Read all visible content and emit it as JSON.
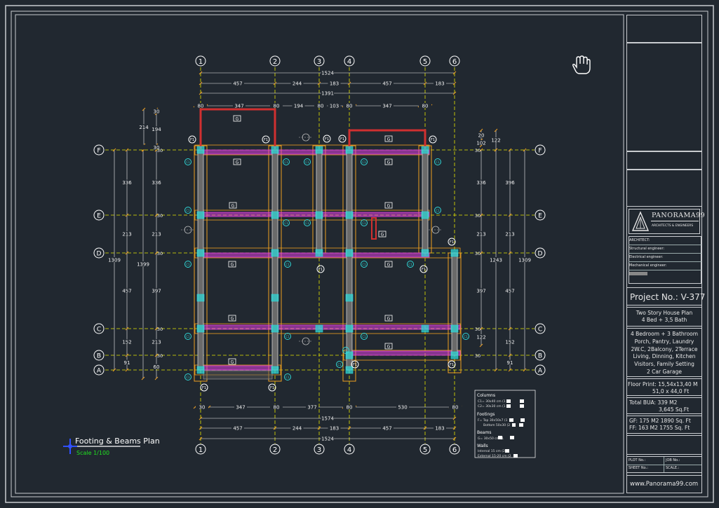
{
  "grid": {
    "columns": [
      "1",
      "2",
      "3",
      "4",
      "5",
      "6"
    ],
    "rows": [
      "F",
      "E",
      "D",
      "C",
      "B",
      "A"
    ]
  },
  "dimensions": {
    "top_total": "1524",
    "top_spans": [
      "457",
      "244",
      "183",
      "457",
      "183"
    ],
    "top_inner_total": "1391",
    "top_detail": [
      "80",
      "347",
      "80",
      "194",
      "80",
      "103",
      "80",
      "347",
      "80"
    ],
    "bottom_detail": [
      "30",
      "347",
      "80",
      "377",
      "80",
      "530",
      "80"
    ],
    "bottom_inner_total": "1574",
    "bottom_spans": [
      "457",
      "244",
      "183",
      "457",
      "183"
    ],
    "bottom_total": "1524",
    "left_outer": [
      "336",
      "213",
      "457",
      "152",
      "91"
    ],
    "left_outer_total": "1309",
    "left_inner": [
      "336",
      "213",
      "397",
      "213",
      "60"
    ],
    "left_inner_total": "1399",
    "left_top": [
      "214",
      "30",
      "194",
      "30"
    ],
    "right_outer": [
      "396",
      "213",
      "457",
      "152",
      "91"
    ],
    "right_outer_total": "1309",
    "right_inner": [
      "336",
      "213",
      "397",
      "122"
    ],
    "right_inner_total": "1243",
    "right_top": [
      "20",
      "102",
      "122"
    ],
    "row_marks": [
      "30",
      "30",
      "30",
      "30",
      "30"
    ]
  },
  "plan_labels": {
    "column_tag": "C1",
    "footing_tag": "F1",
    "beam_tag": "G"
  },
  "legend": {
    "columns_title": "Columns",
    "columns": [
      "C1= 30x40 cm (1",
      "C2= 30x30 cm (1"
    ],
    "footings_title": "Footings",
    "footings": [
      "F= Top 30x50x7 (1",
      "Bottom 50x30 (2"
    ],
    "beams_title": "Beams",
    "beams": [
      "G= 30x50 cm (1"
    ],
    "walls_title": "Walls",
    "walls": [
      "Internal 15 cm (2",
      "External 15-20 cm (2"
    ]
  },
  "plan_title": "Footing & Beams Plan",
  "plan_scale": "Scale 1/100",
  "title_block": {
    "logo_name": "PANORAMA99",
    "logo_sub": "ARCHITECTS & ENGINEERS",
    "fields": [
      "ARCHITECT:",
      "Structural engineer:",
      "Electrical engineer:",
      "Mechanical engineer:"
    ],
    "project_no": "Project No.: V-377",
    "house_title": [
      "Two Story House Plan",
      "4 Bed + 3,5 Bath"
    ],
    "description": [
      "4 Bedroom + 3 Bathroom",
      "Porch, Pantry, Laundry",
      "2W.C, 2Balcony, 2Terrace",
      "Living, Dinning, Kitchen",
      "Visitors, Family Setting",
      "2 Car Garage"
    ],
    "floor_print": [
      "Floor Print: 15,54x13,40 M",
      "51,0 x 44,0 Ft"
    ],
    "total_bua": [
      "Total BUA: 339   M2",
      "3,645 Sq.Ft"
    ],
    "gf": "GF:      175 M2   1890 Sq. Ft",
    "ff": "FF:      163 M2   1755 Sq. Ft",
    "plot_no": "PLOT No.:",
    "job_no": "JOB No.:",
    "sheet_no": "SHEET No.:",
    "scale": "SCALE.:",
    "website": "www.Panorama99.com"
  },
  "colors": {
    "background": "#212830",
    "frame": "#c9ccd0",
    "grid_line": "#e6e600",
    "beam": "#e040e0",
    "column": "#30d6d6",
    "footing": "#f0a020",
    "wall": "#d03030",
    "dimension": "#f2f2f2",
    "scale_text": "#20e020"
  },
  "cursor_icon": "hand-cursor-icon"
}
